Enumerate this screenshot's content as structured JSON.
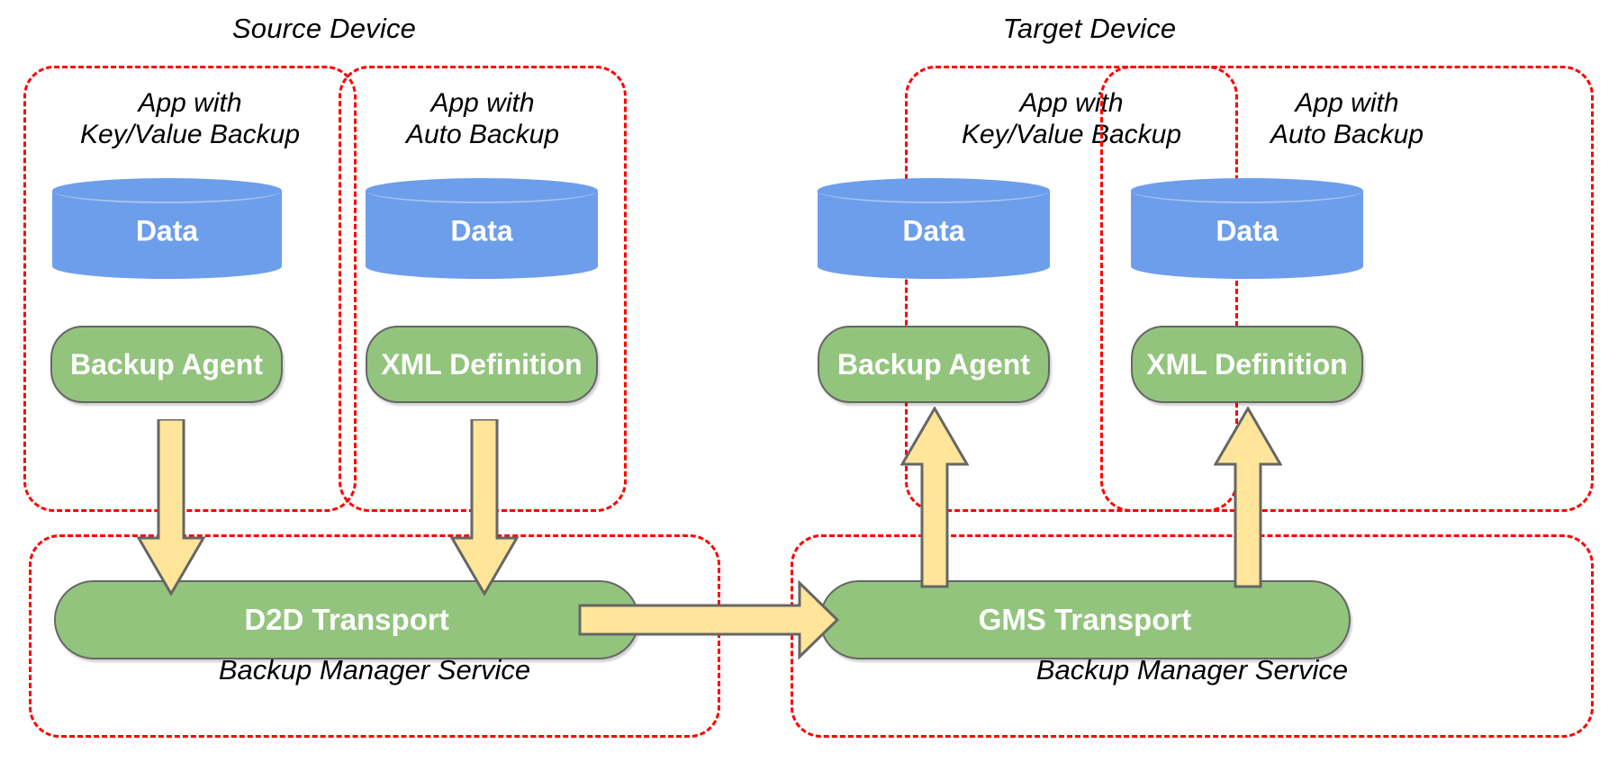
{
  "diagram": {
    "title_source": "Source Device",
    "title_target": "Target Device",
    "colors": {
      "dashed_border": "#ff0000",
      "cylinder_fill": "#6d9eeb",
      "pill_fill": "#93c47d",
      "pill_stroke": "#666666",
      "arrow_fill": "#ffe599",
      "arrow_stroke": "#666666",
      "text": "#000000",
      "pill_text": "#ffffff",
      "background": "#ffffff"
    },
    "source_device": {
      "label": "Source Device",
      "apps": [
        {
          "caption_line1": "App with",
          "caption_line2": "Key/Value Backup",
          "data_label": "Data",
          "component_label": "Backup Agent"
        },
        {
          "caption_line1": "App with",
          "caption_line2": "Auto Backup",
          "data_label": "Data",
          "component_label": "XML Definition"
        }
      ],
      "service": {
        "transport_label": "D2D Transport",
        "caption": "Backup Manager Service"
      }
    },
    "target_device": {
      "label": "Target Device",
      "apps": [
        {
          "caption_line1": "App with",
          "caption_line2": "Key/Value Backup",
          "data_label": "Data",
          "component_label": "Backup Agent"
        },
        {
          "caption_line1": "App with",
          "caption_line2": "Auto Backup",
          "data_label": "Data",
          "component_label": "XML Definition"
        }
      ],
      "service": {
        "transport_label": "GMS Transport",
        "caption": "Backup Manager Service"
      }
    },
    "arrows": [
      {
        "name": "backup-agent-to-d2d",
        "direction": "down"
      },
      {
        "name": "xml-definition-to-d2d",
        "direction": "down"
      },
      {
        "name": "d2d-to-gms",
        "direction": "right"
      },
      {
        "name": "gms-to-backup-agent",
        "direction": "up"
      },
      {
        "name": "gms-to-xml-definition",
        "direction": "up"
      }
    ]
  }
}
